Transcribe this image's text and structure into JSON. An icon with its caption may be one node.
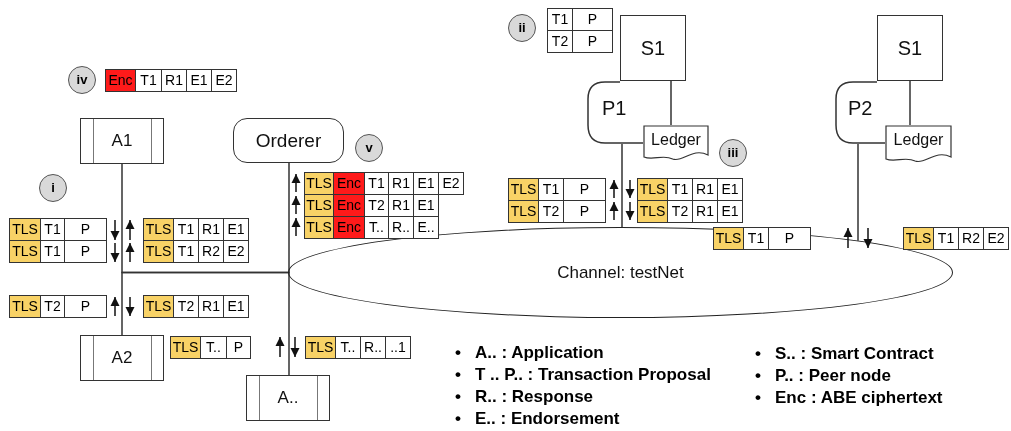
{
  "diagram": {
    "nodes": [
      {
        "text": [
          "A1"
        ]
      },
      {
        "text": [
          "Orderer"
        ]
      },
      {
        "text": [
          "S1"
        ]
      },
      {
        "text": [
          "P1"
        ]
      },
      {
        "text": [
          "Ledger"
        ]
      },
      {
        "text": [
          "S1"
        ]
      },
      {
        "text": [
          "P2"
        ]
      },
      {
        "text": [
          "Ledger"
        ]
      },
      {
        "text": [
          "Channel: testNet"
        ]
      },
      {
        "text": [
          "A2"
        ]
      },
      {
        "text": [
          "A.."
        ]
      }
    ],
    "edges": [
      {
        "from": 0,
        "to": 8,
        "arrow": "none"
      },
      {
        "from": 9,
        "to": 8,
        "arrow": "none"
      },
      {
        "from": 1,
        "to": 8,
        "arrow": "none"
      },
      {
        "from": 10,
        "to": 8,
        "arrow": "none"
      },
      {
        "from": 2,
        "to": 4,
        "arrow": "none"
      },
      {
        "from": 3,
        "to": 8,
        "arrow": "none"
      },
      {
        "from": 5,
        "to": 7,
        "arrow": "none"
      },
      {
        "from": 6,
        "to": 8,
        "arrow": "none"
      }
    ],
    "labels": [
      "ii",
      "T1",
      "P",
      "T2",
      "P",
      "iv",
      "Enc",
      "T1",
      "R1",
      "E1",
      "E2",
      "v",
      "iii",
      "i",
      "TLS",
      "Enc",
      "T1",
      "R1",
      "E1",
      "E2",
      "TLS",
      "Enc",
      "T2",
      "R1",
      "E1",
      "TLS",
      "Enc",
      "T..",
      "R..",
      "E..",
      "TLS",
      "T1",
      "P",
      "TLS",
      "T2",
      "P",
      "TLS",
      "T1",
      "R1",
      "E1",
      "TLS",
      "T2",
      "R1",
      "E1",
      "TLS",
      "T1",
      "P",
      "TLS",
      "T1",
      "P",
      "TLS",
      "T1",
      "R1",
      "E1",
      "TLS",
      "T1",
      "R2",
      "E2",
      "TLS",
      "T1",
      "P",
      "TLS",
      "T1",
      "R2",
      "E2",
      "TLS",
      "T2",
      "P",
      "TLS",
      "T2",
      "R1",
      "E1",
      "TLS",
      "T..",
      "P",
      "TLS",
      "T..",
      "R..",
      "..1",
      "•",
      "A.. : Application",
      "•",
      "T .. P.. : Transaction Proposal",
      "•",
      "R.. : Response",
      "•",
      "E.. : Endorsement",
      "•",
      "S.. : Smart Contract",
      "•",
      "P.. : Peer node",
      "•",
      "Enc : ABE ciphertext"
    ]
  }
}
